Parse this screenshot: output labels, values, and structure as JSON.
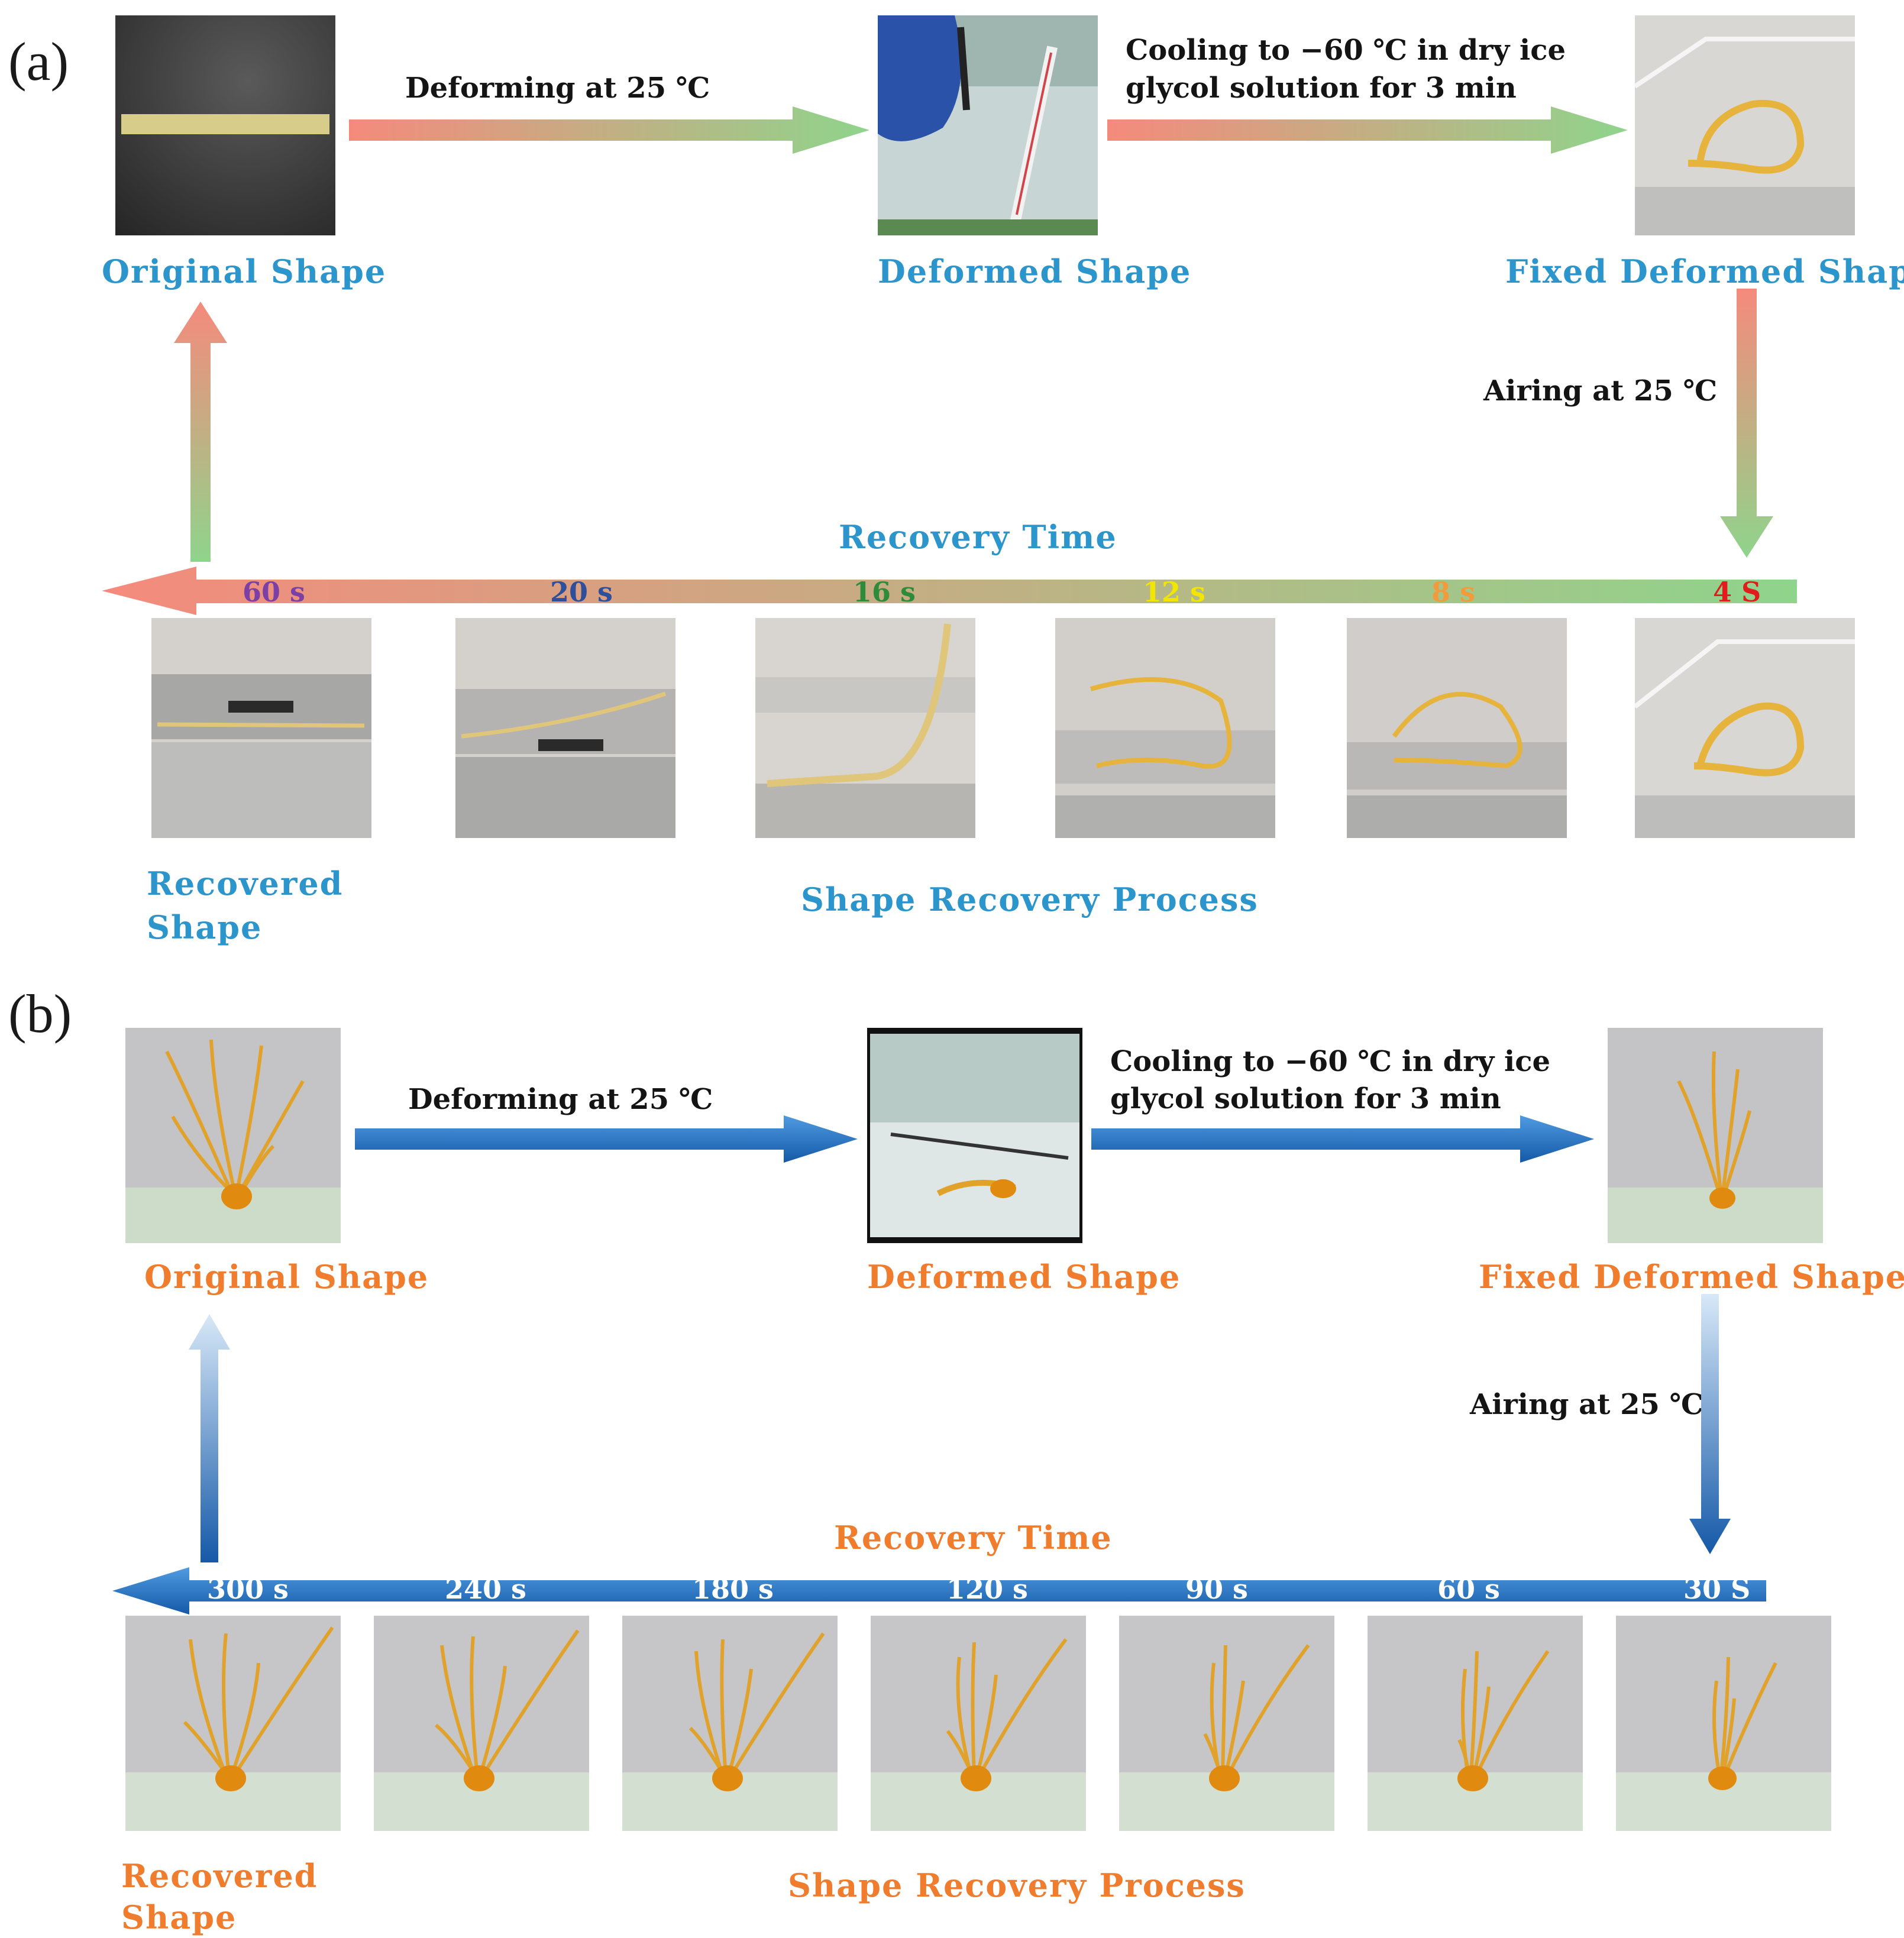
{
  "panel_a": {
    "label": "(a)",
    "original_caption": "Original Shape",
    "deformed_caption": "Deformed Shape",
    "fixed_caption": "Fixed Deformed Shape",
    "step_deform": "Deforming at 25 ℃",
    "step_cool_line1": "Cooling to −60 ℃ in dry ice",
    "step_cool_line2": "glycol solution for 3 min",
    "step_air": "Airing at 25 ℃",
    "recovery_time_label": "Recovery Time",
    "times": [
      {
        "label": "60 s",
        "color": "#7b3fa6"
      },
      {
        "label": "20 s",
        "color": "#2f4f9a"
      },
      {
        "label": "16 s",
        "color": "#2e8b3a"
      },
      {
        "label": "12 s",
        "color": "#f2e600"
      },
      {
        "label": "8 s",
        "color": "#f39a3a"
      },
      {
        "label": "4 S",
        "color": "#e01c1c"
      }
    ],
    "recovered_caption_line1": "Recovered",
    "recovered_caption_line2": "Shape",
    "process_caption": "Shape Recovery Process",
    "caption_color": "#2b95cc",
    "arrow_gradient": [
      "#f58a7c",
      "#8fd48c"
    ]
  },
  "panel_b": {
    "label": "(b)",
    "original_caption": "Original Shape",
    "deformed_caption": "Deformed Shape",
    "fixed_caption": "Fixed Deformed Shape",
    "step_deform": "Deforming at 25 ℃",
    "step_cool_line1": "Cooling to −60 ℃ in dry ice",
    "step_cool_line2": "glycol solution for 3 min",
    "step_air": "Airing at 25 ℃",
    "recovery_time_label": "Recovery Time",
    "times": [
      "300 s",
      "240 s",
      "180 s",
      "120 s",
      "90 s",
      "60 s",
      "30 S"
    ],
    "recovered_caption_line1": "Recovered",
    "recovered_caption_line2": "Shape",
    "process_caption": "Shape Recovery Process",
    "caption_color": "#f07c2e",
    "arrow_color": "#1d6fc2"
  }
}
